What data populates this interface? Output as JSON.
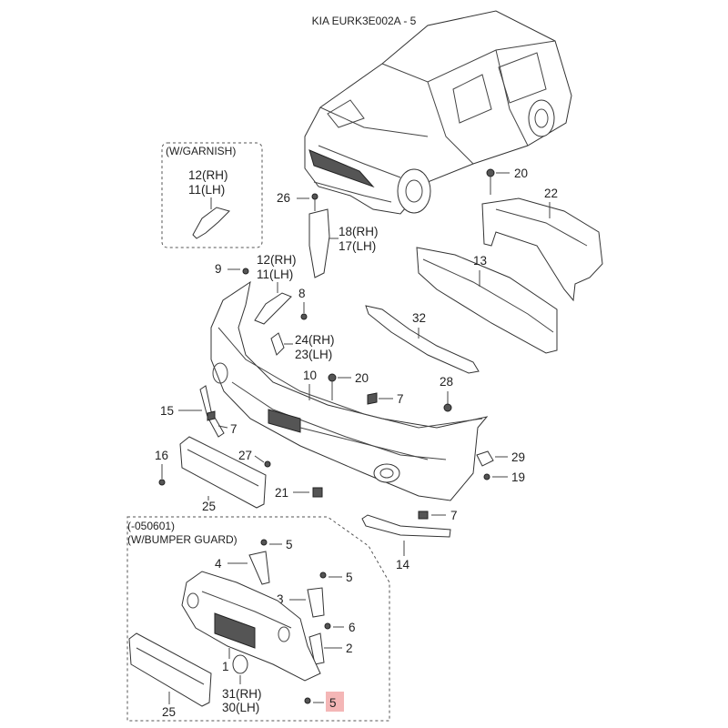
{
  "title": "KIA EURK3E002A - 5",
  "boxes": {
    "garnish_label": "(W/GARNISH)",
    "guard_label_1": "(-050601)",
    "guard_label_2": "(W/BUMPER GUARD)"
  },
  "callouts": {
    "c12rh_top": "12(RH)",
    "c11lh_top": "11(LH)",
    "c26": "26",
    "c18": "18(RH)",
    "c17": "17(LH)",
    "c20_top": "20",
    "c22": "22",
    "c9": "9",
    "c12rh": "12(RH)",
    "c11lh": "11(LH)",
    "c8": "8",
    "c13": "13",
    "c32": "32",
    "c24": "24(RH)",
    "c23": "23(LH)",
    "c10": "10",
    "c20_mid": "20",
    "c28": "28",
    "c15": "15",
    "c7_a": "7",
    "c7_b": "7",
    "c16": "16",
    "c27": "27",
    "c29": "29",
    "c19": "19",
    "c21": "21",
    "c25_top": "25",
    "c7_c": "7",
    "c14": "14",
    "c5_a": "5",
    "c4": "4",
    "c5_b": "5",
    "c3": "3",
    "c6": "6",
    "c2": "2",
    "c1": "1",
    "c31": "31(RH)",
    "c30": "30(LH)",
    "c25_bot": "25",
    "c5_hl": "5"
  },
  "colors": {
    "highlight": "#f4b6b6",
    "line": "#444444"
  }
}
